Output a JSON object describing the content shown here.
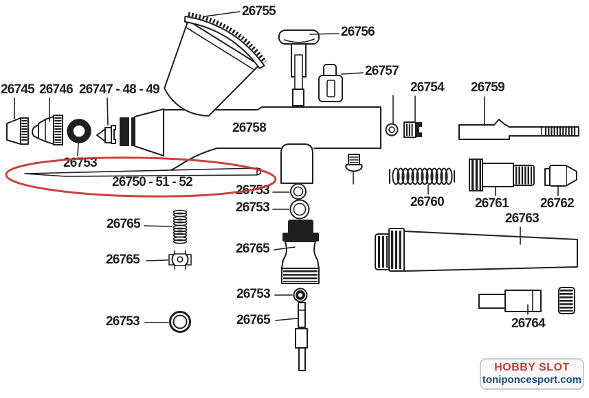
{
  "watermark": {
    "store": "HOBBY SLOT",
    "site": "toniponcesport.com"
  },
  "colors": {
    "ink": "#1f1f1f",
    "highlight_red": "#c4342a",
    "store_red": "#bf3a3a",
    "site_blue": "#1e4e79"
  },
  "labels": [
    {
      "part": "26755",
      "text": "26755"
    },
    {
      "part": "26756",
      "text": "26756"
    },
    {
      "part": "26757",
      "text": "26757"
    },
    {
      "part": "26745",
      "text": "26745"
    },
    {
      "part": "26746",
      "text": "26746"
    },
    {
      "part": "26747-48-49",
      "text": "26747 - 48 - 49"
    },
    {
      "part": "26754",
      "text": "26754"
    },
    {
      "part": "26759",
      "text": "26759"
    },
    {
      "part": "26758",
      "text": "26758"
    },
    {
      "part": "26753-front-oring",
      "text": "26753"
    },
    {
      "part": "26750-51-52",
      "text": "26750 - 51 - 52"
    },
    {
      "part": "26753-valve-oring-small",
      "text": "26753"
    },
    {
      "part": "26753-valve-oring-large",
      "text": "26753"
    },
    {
      "part": "26760",
      "text": "26760"
    },
    {
      "part": "26761",
      "text": "26761"
    },
    {
      "part": "26762",
      "text": "26762"
    },
    {
      "part": "26763",
      "text": "26763"
    },
    {
      "part": "26765-spring",
      "text": "26765"
    },
    {
      "part": "26765-valve-body",
      "text": "26765"
    },
    {
      "part": "26765-aux-lever",
      "text": "26765"
    },
    {
      "part": "26753-valve-oring-bottom",
      "text": "26753"
    },
    {
      "part": "26753-left-oring",
      "text": "26753"
    },
    {
      "part": "26765-valve-stem",
      "text": "26765"
    },
    {
      "part": "26764",
      "text": "26764"
    }
  ]
}
